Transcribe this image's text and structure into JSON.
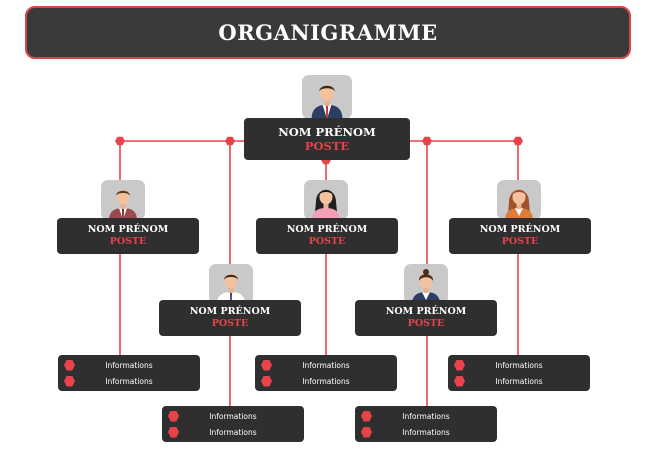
{
  "title": "ORGANIGRAMME",
  "top": {
    "name": "NOM PRÉNOM",
    "role": "POSTE"
  },
  "people": [
    {
      "name": "NOM PRÉNOM",
      "role": "POSTE"
    },
    {
      "name": "NOM PRÉNOM",
      "role": "POSTE"
    },
    {
      "name": "NOM PRÉNOM",
      "role": "POSTE"
    },
    {
      "name": "NOM PRÉNOM",
      "role": "POSTE"
    },
    {
      "name": "NOM PRÉNOM",
      "role": "POSTE"
    }
  ],
  "info_boxes": [
    {
      "line1": "Informations",
      "line2": "Informations"
    },
    {
      "line1": "Informations",
      "line2": "Informations"
    },
    {
      "line1": "Informations",
      "line2": "Informations"
    },
    {
      "line1": "Informations",
      "line2": "Informations"
    },
    {
      "line1": "Informations",
      "line2": "Informations"
    }
  ],
  "colors": {
    "accent": "#e8434b",
    "card": "#2f2f2f",
    "title_bg": "#3a3a3a"
  }
}
